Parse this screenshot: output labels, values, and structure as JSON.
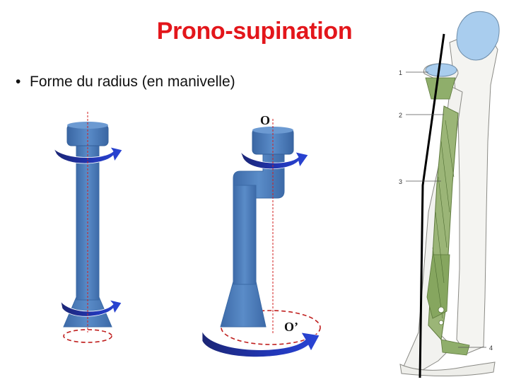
{
  "slide": {
    "title": "Prono-supination",
    "bullets": [
      {
        "marker": "•",
        "text": "Forme du radius (en manivelle)"
      }
    ]
  },
  "diagram": {
    "point_top": "O",
    "point_bottom": "O’",
    "anatomy_labels": [
      "1",
      "2",
      "3",
      "4"
    ]
  },
  "colors": {
    "title": "#e3161b",
    "bone_blue": "#4e80bd",
    "arrow_navy": "#1f2a8a",
    "axis_red": "#d01f1f"
  }
}
